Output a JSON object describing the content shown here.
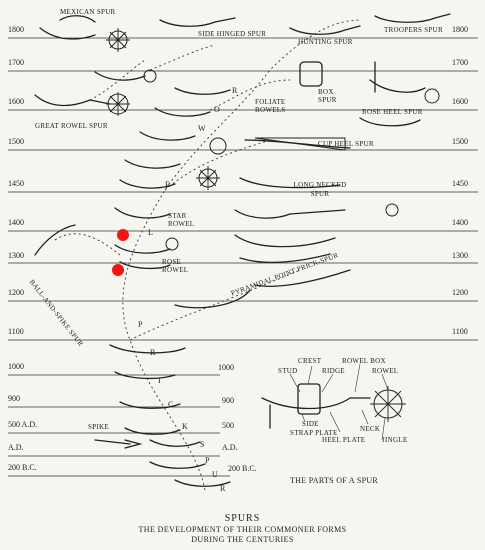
{
  "title": "SPURS",
  "subtitle_1": "THE DEVELOPMENT OF THEIR COMMONER FORMS",
  "subtitle_2": "DURING THE CENTURIES",
  "years_left": [
    "1800",
    "1700",
    "1600",
    "1500",
    "1450",
    "1400",
    "1300",
    "1200",
    "1100",
    "1000",
    "900",
    "500 A.D.",
    "A.D.",
    "200 B.C."
  ],
  "years_right": [
    "1800",
    "1700",
    "1600",
    "1500",
    "1450",
    "1400",
    "1300",
    "1200",
    "1100"
  ],
  "years_mid": [
    "1000",
    "900",
    "500",
    "A.D.",
    "200 B.C."
  ],
  "labels": {
    "mexican": "MEXICAN SPUR",
    "side_hinged": "SIDE HINGED SPUR",
    "hunting": "HUNTING SPUR",
    "troopers": "TROOPERS SPUR",
    "box": "BOX SPUR",
    "foliate": "FOLIATE ROWELS",
    "great_rowel": "GREAT ROWEL SPUR",
    "rose_heel": "ROSE HEEL SPUR",
    "cup_heel": "CUP HEEL SPUR",
    "long_necked": "LONG NECKED SPUR",
    "star_rowel": "STAR ROWEL",
    "rose_rowel": "ROSE ROWEL",
    "pyramidal": "PYRAMIDAL POINT PRICK-SPUR",
    "ball_and_spike": "BALL-AND-SPIKE SPUR",
    "spike": "SPIKE",
    "rowel_letters": [
      "R",
      "O",
      "W",
      "E",
      "L"
    ],
    "prick_letters": [
      "P",
      "R",
      "I",
      "C",
      "K"
    ],
    "spur_letters": [
      "S",
      "P",
      "U",
      "R"
    ]
  },
  "parts": {
    "crest": "CREST",
    "rowel_box": "ROWEL BOX",
    "stud": "STUD",
    "ridge": "RIDGE",
    "rowel": "ROWEL",
    "side": "SIDE",
    "strap_plate": "STRAP PLATE",
    "neck": "NECK",
    "heel_plate": "HEEL PLATE",
    "jingle": "JINGLE",
    "caption": "THE PARTS OF A SPUR"
  },
  "markers": {
    "color": "#f21414"
  }
}
